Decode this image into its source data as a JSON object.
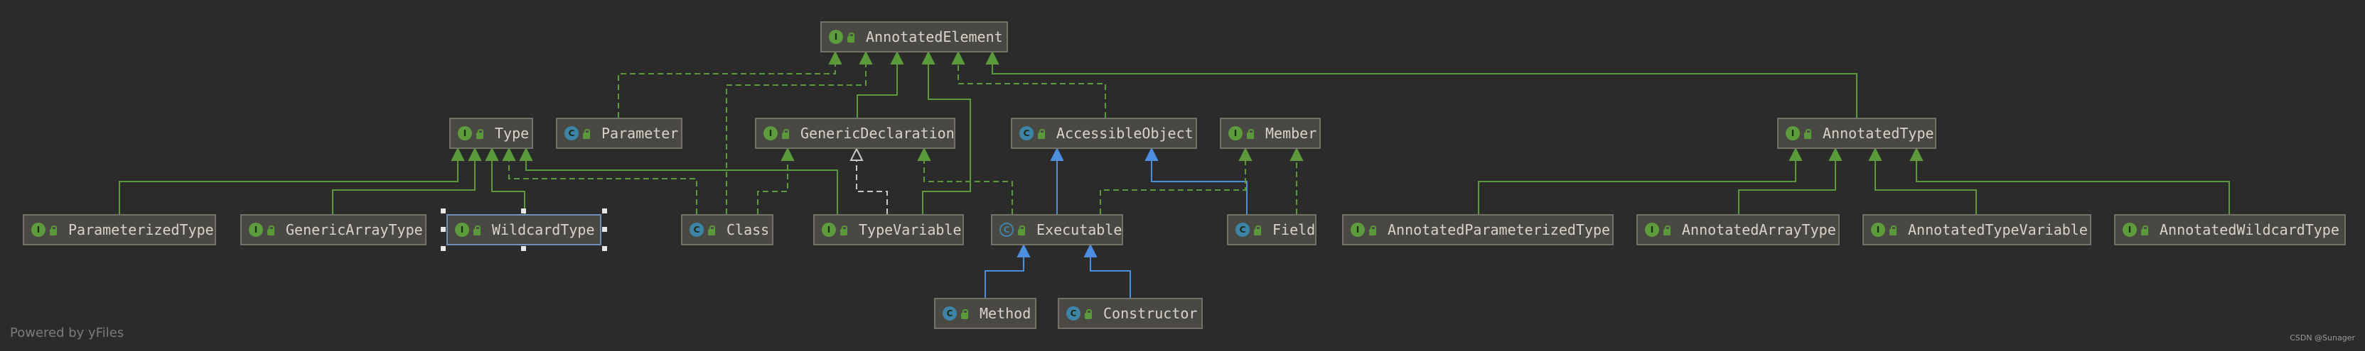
{
  "colors": {
    "interface_badge": "#5c9c3c",
    "class_badge": "#3e84a8",
    "abstract_badge": "#3e84a8",
    "implements_edge": "#5a9a3b",
    "extends_edge": "#4e8ee0",
    "generic_edge": "#c8c8c8"
  },
  "nodes": [
    {
      "id": "AnnotatedElement",
      "label": "AnnotatedElement",
      "kind": "interface",
      "icon": "interface-icon"
    },
    {
      "id": "Type",
      "label": "Type",
      "kind": "interface",
      "icon": "interface-icon"
    },
    {
      "id": "Parameter",
      "label": "Parameter",
      "kind": "class",
      "icon": "class-icon"
    },
    {
      "id": "GenericDeclaration",
      "label": "GenericDeclaration",
      "kind": "interface",
      "icon": "interface-icon"
    },
    {
      "id": "AccessibleObject",
      "label": "AccessibleObject",
      "kind": "class",
      "icon": "class-icon"
    },
    {
      "id": "Member",
      "label": "Member",
      "kind": "interface",
      "icon": "interface-icon"
    },
    {
      "id": "AnnotatedType",
      "label": "AnnotatedType",
      "kind": "interface",
      "icon": "interface-icon"
    },
    {
      "id": "ParameterizedType",
      "label": "ParameterizedType",
      "kind": "interface",
      "icon": "interface-icon"
    },
    {
      "id": "GenericArrayType",
      "label": "GenericArrayType",
      "kind": "interface",
      "icon": "interface-icon"
    },
    {
      "id": "WildcardType",
      "label": "WildcardType",
      "kind": "interface",
      "icon": "interface-icon",
      "selected": true
    },
    {
      "id": "Class",
      "label": "Class",
      "kind": "class",
      "icon": "class-icon"
    },
    {
      "id": "TypeVariable",
      "label": "TypeVariable",
      "kind": "interface",
      "icon": "interface-icon"
    },
    {
      "id": "Executable",
      "label": "Executable",
      "kind": "abstract",
      "icon": "abstract-class-icon"
    },
    {
      "id": "Field",
      "label": "Field",
      "kind": "class",
      "icon": "class-icon"
    },
    {
      "id": "AnnotatedParameterizedType",
      "label": "AnnotatedParameterizedType",
      "kind": "interface",
      "icon": "interface-icon"
    },
    {
      "id": "AnnotatedArrayType",
      "label": "AnnotatedArrayType",
      "kind": "interface",
      "icon": "interface-icon"
    },
    {
      "id": "AnnotatedTypeVariable",
      "label": "AnnotatedTypeVariable",
      "kind": "interface",
      "icon": "interface-icon"
    },
    {
      "id": "AnnotatedWildcardType",
      "label": "AnnotatedWildcardType",
      "kind": "interface",
      "icon": "interface-icon"
    },
    {
      "id": "Method",
      "label": "Method",
      "kind": "class",
      "icon": "class-icon"
    },
    {
      "id": "Constructor",
      "label": "Constructor",
      "kind": "class",
      "icon": "class-icon"
    }
  ],
  "edges": [
    {
      "from": "Parameter",
      "to": "AnnotatedElement",
      "type": "implements"
    },
    {
      "from": "Class",
      "to": "AnnotatedElement",
      "type": "implements"
    },
    {
      "from": "GenericDeclaration",
      "to": "AnnotatedElement",
      "type": "extends-interface"
    },
    {
      "from": "TypeVariable",
      "to": "AnnotatedElement",
      "type": "extends-interface"
    },
    {
      "from": "AccessibleObject",
      "to": "AnnotatedElement",
      "type": "implements"
    },
    {
      "from": "AnnotatedType",
      "to": "AnnotatedElement",
      "type": "extends-interface"
    },
    {
      "from": "ParameterizedType",
      "to": "Type",
      "type": "extends-interface"
    },
    {
      "from": "GenericArrayType",
      "to": "Type",
      "type": "extends-interface"
    },
    {
      "from": "WildcardType",
      "to": "Type",
      "type": "extends-interface"
    },
    {
      "from": "Class",
      "to": "Type",
      "type": "implements"
    },
    {
      "from": "TypeVariable",
      "to": "Type",
      "type": "extends-interface"
    },
    {
      "from": "Class",
      "to": "GenericDeclaration",
      "type": "implements"
    },
    {
      "from": "TypeVariable",
      "to": "GenericDeclaration",
      "type": "generic-bound"
    },
    {
      "from": "Executable",
      "to": "GenericDeclaration",
      "type": "implements"
    },
    {
      "from": "Executable",
      "to": "AccessibleObject",
      "type": "extends"
    },
    {
      "from": "Field",
      "to": "AccessibleObject",
      "type": "extends"
    },
    {
      "from": "Executable",
      "to": "Member",
      "type": "implements"
    },
    {
      "from": "Field",
      "to": "Member",
      "type": "implements"
    },
    {
      "from": "AnnotatedParameterizedType",
      "to": "AnnotatedType",
      "type": "extends-interface"
    },
    {
      "from": "AnnotatedArrayType",
      "to": "AnnotatedType",
      "type": "extends-interface"
    },
    {
      "from": "AnnotatedTypeVariable",
      "to": "AnnotatedType",
      "type": "extends-interface"
    },
    {
      "from": "AnnotatedWildcardType",
      "to": "AnnotatedType",
      "type": "extends-interface"
    },
    {
      "from": "Method",
      "to": "Executable",
      "type": "extends"
    },
    {
      "from": "Constructor",
      "to": "Executable",
      "type": "extends"
    }
  ],
  "footer": {
    "text": "Powered by yFiles"
  },
  "watermark": {
    "text": "CSDN @Sunager"
  }
}
